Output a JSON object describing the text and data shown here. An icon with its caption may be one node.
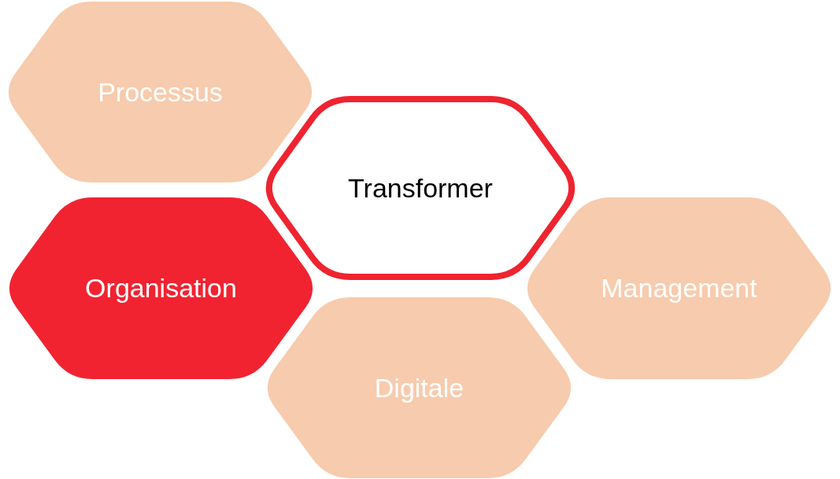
{
  "diagram": {
    "nodes": [
      {
        "text": [
          "Processus"
        ]
      },
      {
        "text": [
          "Transformer"
        ]
      },
      {
        "text": [
          "Organisation"
        ]
      },
      {
        "text": [
          "Management"
        ]
      },
      {
        "text": [
          "Digitale"
        ]
      }
    ]
  }
}
